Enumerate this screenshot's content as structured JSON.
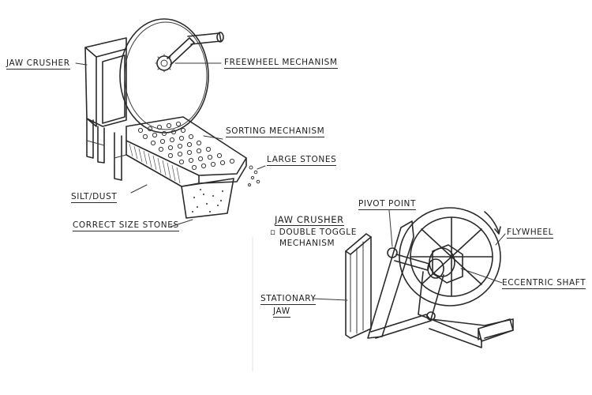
{
  "left_sketch": {
    "labels": {
      "jaw_crusher": "Jaw Crusher",
      "freewheel": "Freewheel Mechanism",
      "sorting": "Sorting Mechanism",
      "large_stones": "Large Stones",
      "silt_dust": "Silt/Dust",
      "correct_size": "Correct Size Stones"
    }
  },
  "right_sketch": {
    "labels": {
      "title": "Jaw Crusher",
      "subtitle_line1": "▫ Double Toggle",
      "subtitle_line2": "Mechanism",
      "pivot_point": "Pivot Point",
      "flywheel": "Flywheel",
      "eccentric_shaft": "Eccentric Shaft",
      "stationary_line1": "Stationary",
      "stationary_line2": "Jaw"
    }
  },
  "colors": {
    "ink": "#2a2a2a",
    "paper": "#ffffff"
  }
}
